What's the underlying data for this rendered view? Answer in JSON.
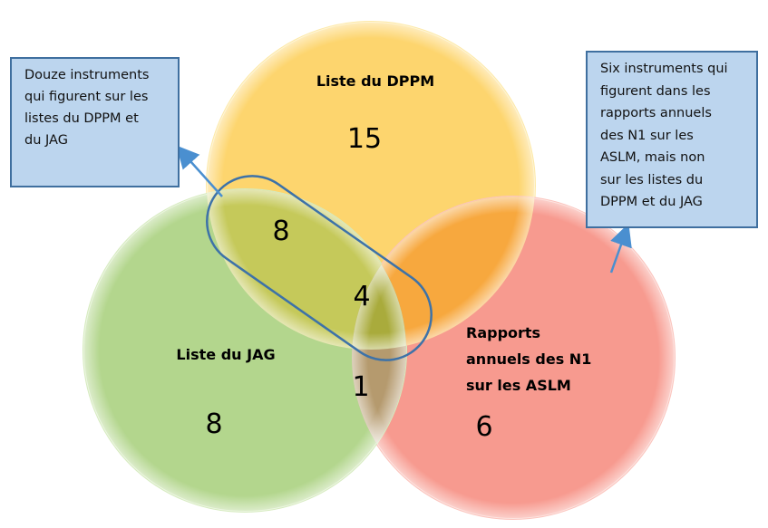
{
  "diagram": {
    "type": "venn",
    "sets": [
      {
        "id": "dppm",
        "label": "Liste du DPPM",
        "only_count": "15",
        "color": "#fdd56e"
      },
      {
        "id": "jag",
        "label": "Liste du JAG",
        "only_count": "8",
        "color": "#b3d68d"
      },
      {
        "id": "n1",
        "label_lines": [
          "Rapports",
          "annuels des N1",
          "sur les ASLM"
        ],
        "only_count": "6",
        "color": "#f79a8f"
      }
    ],
    "intersections": {
      "dppm_jag": "8",
      "dppm_jag_n1": "4",
      "jag_n1": "1"
    },
    "colors": {
      "dppm_n1_overlap": "#f7a83e",
      "dppm_jag_overlap": "#c5c95a",
      "all_three": "#a9ab3c",
      "jag_n1_overlap": "#b59a6e",
      "highlight_outline": "#3d72a8",
      "callout_fill": "#bcd5ee",
      "callout_border": "#3f6f9f",
      "arrow": "#4a8fd0"
    }
  },
  "callouts": {
    "left": {
      "lines": [
        "Douze instruments",
        "qui figurent sur les",
        "listes du DPPM et",
        "du JAG"
      ]
    },
    "right": {
      "lines": [
        "Six instruments qui",
        "figurent dans les",
        "rapports annuels",
        "des N1 sur les",
        "ASLM, mais non",
        "sur les listes du",
        "DPPM  et du JAG"
      ]
    }
  }
}
